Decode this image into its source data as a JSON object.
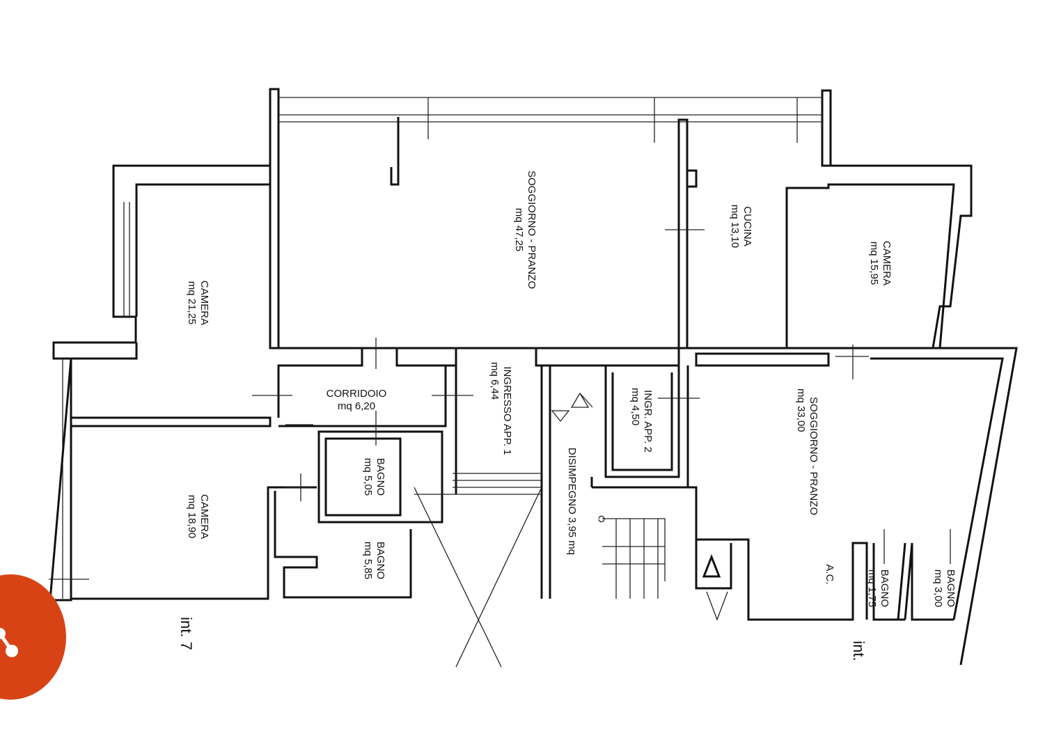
{
  "rooms": {
    "camera_1": {
      "name": "CAMERA",
      "area": "mq 21,25"
    },
    "soggiorno_1": {
      "name": "SOGGIORNO - PRANZO",
      "area": "mq 47,25"
    },
    "cucina": {
      "name": "CUCINA",
      "area": "mq 13,10"
    },
    "camera_2": {
      "name": "CAMERA",
      "area": "mq 15,95"
    },
    "corridoio": {
      "name": "CORRIDOIO",
      "area": "mq 6,20"
    },
    "ingresso_1": {
      "name": "INGRESSO APP. 1",
      "area": "mq 6,44"
    },
    "bagno_1": {
      "name": "BAGNO",
      "area": "mq 5,05"
    },
    "camera_3": {
      "name": "CAMERA",
      "area": "mq 18,90"
    },
    "bagno_2": {
      "name": "BAGNO",
      "area": "mq 5,85"
    },
    "disimpegno": {
      "name": "DISIMPEGNO 3,95 mq"
    },
    "ingresso_2": {
      "name": "INGR. APP. 2",
      "area": "mq 4,50"
    },
    "soggiorno_2": {
      "name": "SOGGIORNO - PRANZO",
      "area": "mq 33,00"
    },
    "ac": {
      "name": "A.C."
    },
    "bagno_3": {
      "name": "BAGNO",
      "area": "mq 1,75"
    },
    "bagno_4": {
      "name": "BAGNO",
      "area": "mq 3,00"
    }
  },
  "units": {
    "left": "int. 7",
    "right": "int."
  },
  "share_button": {
    "icon": "share-icon",
    "color": "#d84315"
  }
}
